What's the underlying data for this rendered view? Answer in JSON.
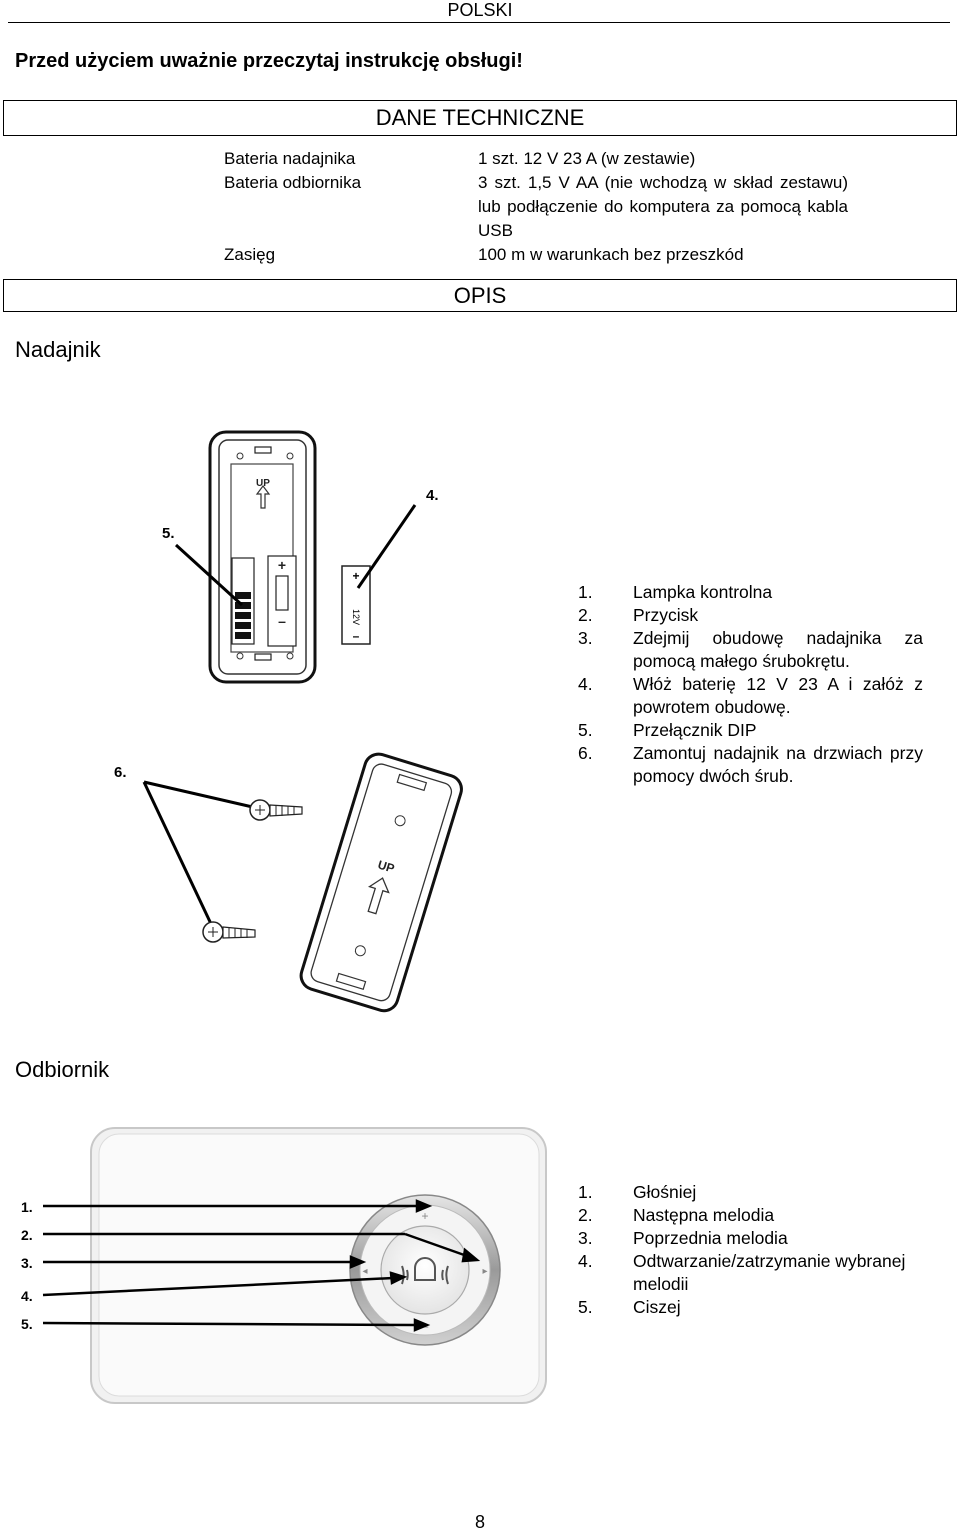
{
  "header": {
    "language": "POLSKI"
  },
  "warning": "Przed użyciem uważnie przeczytaj instrukcję obsługi!",
  "tech": {
    "title": "DANE TECHNICZNE",
    "rows": [
      {
        "label": "Bateria nadajnika",
        "value": "1 szt. 12 V 23 A (w zestawie)"
      },
      {
        "label": "Bateria odbiornika",
        "value": "3 szt. 1,5 V AA (nie wchodzą w skład zestawu) lub podłączenie do komputera za pomocą kabla USB"
      },
      {
        "label": "Zasięg",
        "value": "100 m w warunkach bez przeszkód"
      }
    ]
  },
  "opis": {
    "title": "OPIS",
    "transmitter": {
      "heading": "Nadajnik",
      "labels": [
        "4.",
        "5.",
        "6."
      ],
      "device_text": {
        "up": "UP",
        "battery": "12V"
      },
      "items": [
        {
          "num": "1.",
          "text": "Lampka kontrolna"
        },
        {
          "num": "2.",
          "text": "Przycisk"
        },
        {
          "num": "3.",
          "text": "Zdejmij obudowę nadajnika za pomocą małego śrubokrętu."
        },
        {
          "num": "4.",
          "text": "Włóż baterię 12 V 23 A i załóż z powrotem obudowę."
        },
        {
          "num": "5.",
          "text": "Przełącznik DIP"
        },
        {
          "num": "6.",
          "text": "Zamontuj nadajnik na drzwiach przy pomocy dwóch śrub."
        }
      ]
    },
    "receiver": {
      "heading": "Odbiornik",
      "labels": [
        "1.",
        "2.",
        "3.",
        "4.",
        "5."
      ],
      "items": [
        {
          "num": "1.",
          "text": "Głośniej"
        },
        {
          "num": "2.",
          "text": "Następna melodia"
        },
        {
          "num": "3.",
          "text": "Poprzednia melodia"
        },
        {
          "num": "4.",
          "text": "Odtwarzanie/zatrzymanie wybranej melodii"
        },
        {
          "num": "5.",
          "text": "Ciszej"
        }
      ]
    }
  },
  "page_number": "8"
}
